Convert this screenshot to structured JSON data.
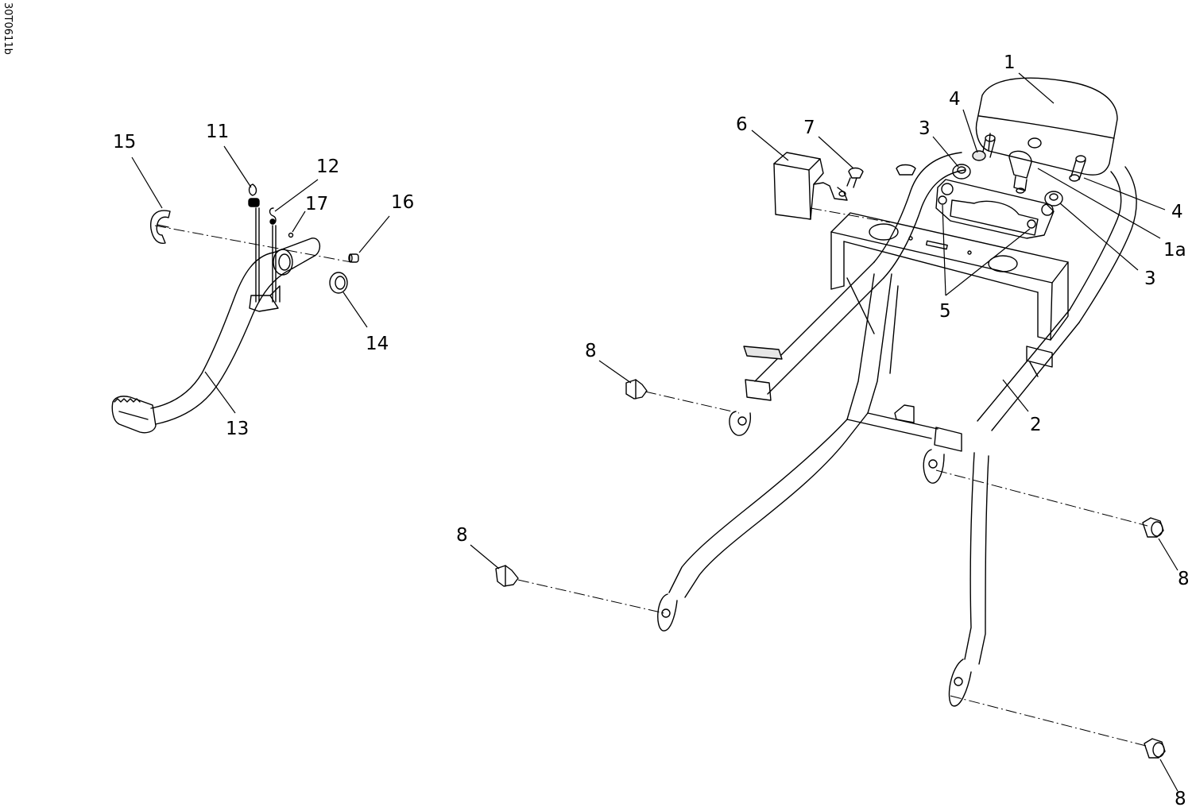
{
  "figure_id": "30T0611b",
  "callouts": {
    "c1": "1",
    "c1a": "1a",
    "c2": "2",
    "c3a": "3",
    "c3b": "3",
    "c4a": "4",
    "c4b": "4",
    "c5": "5",
    "c6": "6",
    "c7": "7",
    "c8a": "8",
    "c8b": "8",
    "c8c": "8",
    "c8d": "8",
    "c11": "11",
    "c12": "12",
    "c13": "13",
    "c14": "14",
    "c15": "15",
    "c16": "16",
    "c17": "17"
  }
}
